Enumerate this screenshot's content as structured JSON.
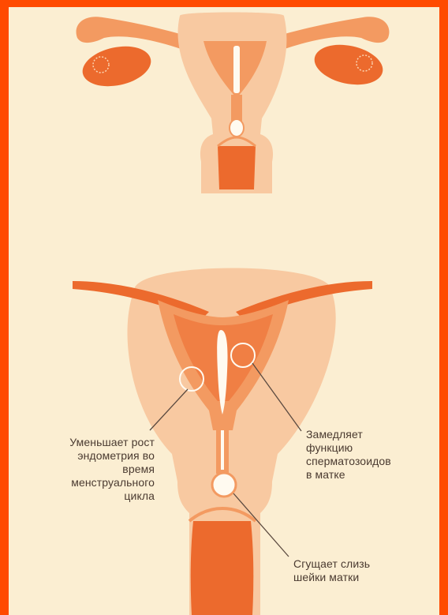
{
  "colors": {
    "frame": "#ff4a00",
    "background": "#fbeed2",
    "organ_light": "#f8c9a1",
    "organ_mid": "#f39a61",
    "organ_dark": "#ec6a2d",
    "lumen": "#fffaf0",
    "line": "#5b4a40"
  },
  "diagram_small": {
    "description_icons": [
      "uterus-icon",
      "ovary-icon",
      "fallopian-tube-icon",
      "cervix-icon",
      "vagina-icon"
    ]
  },
  "diagram_large": {
    "labels": {
      "endometrium": "Уменьшает рост\nэндометрия во\nвремя\nменструального\nцикла",
      "sperm": "Замедляет\nфункцию\nсперматозоидов\nв матке",
      "mucus": "Сгущает слизь\nшейки матки"
    }
  }
}
